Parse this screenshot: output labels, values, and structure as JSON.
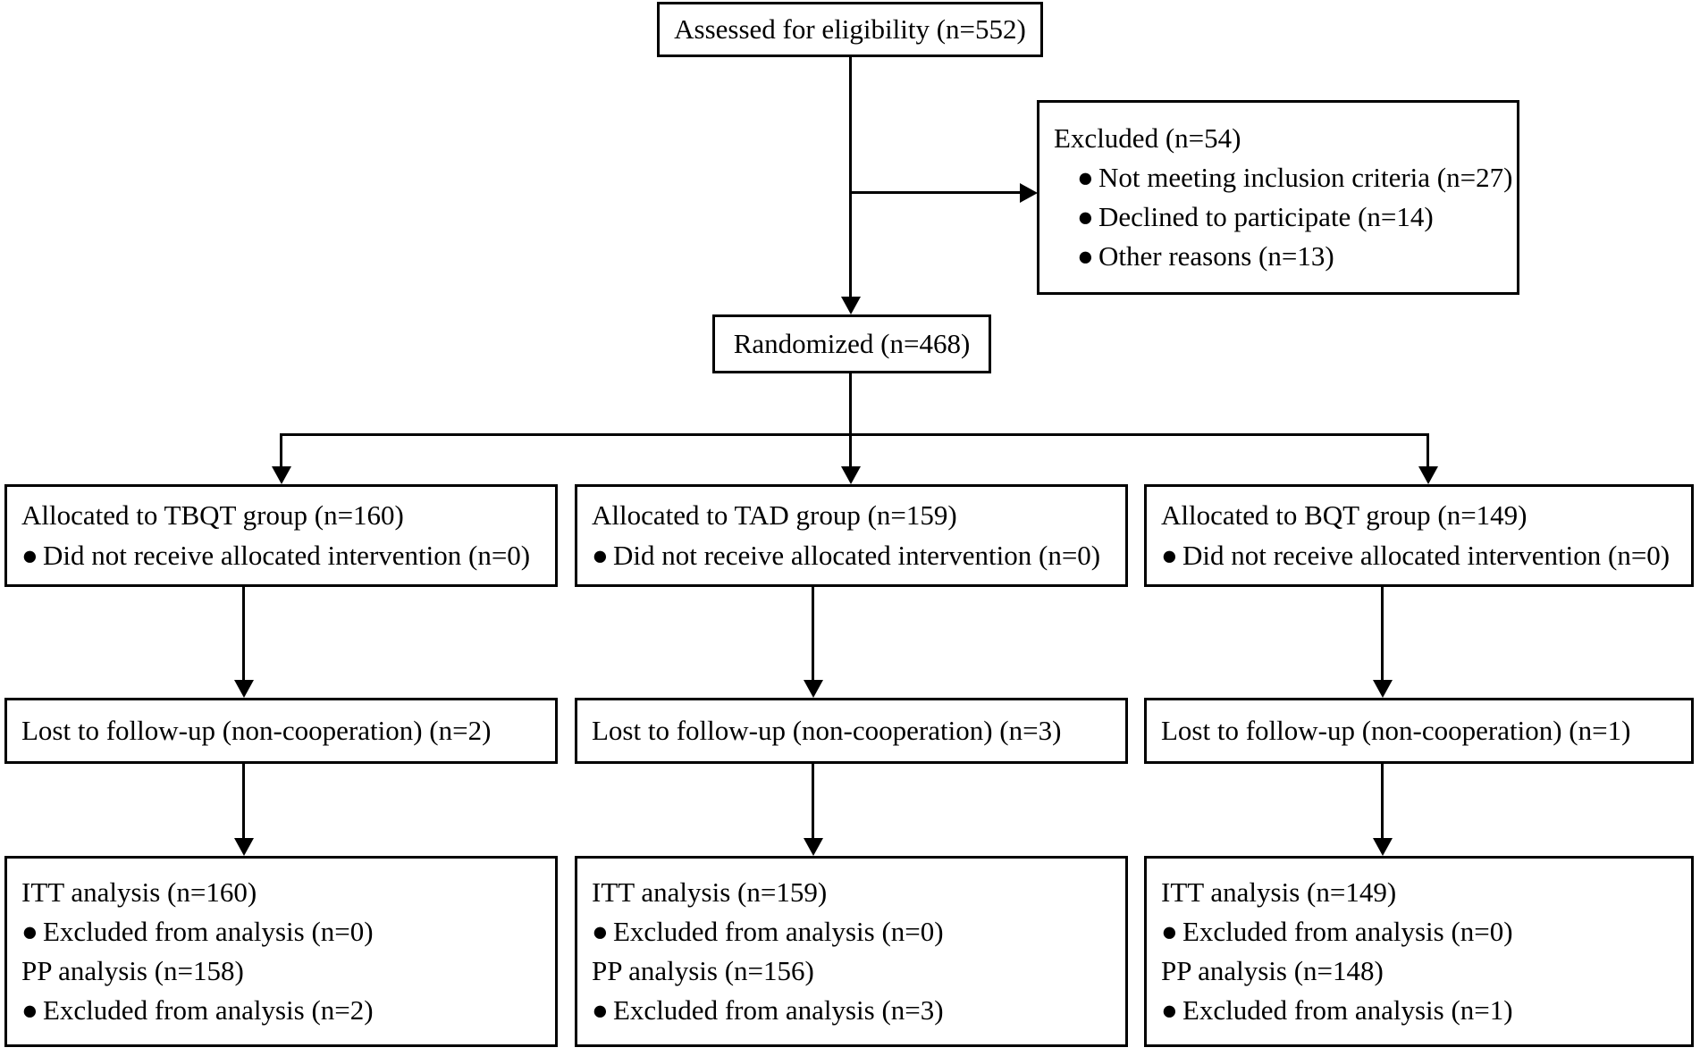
{
  "diagram": {
    "type": "consort-flow-diagram",
    "title": "CONSORT participant flow diagram",
    "line_color": "#000000",
    "background_color": "#ffffff",
    "text_color": "#000000"
  },
  "nodes": {
    "assessed": {
      "label": "Assessed for eligibility (n=552)",
      "n": 552
    },
    "excluded": {
      "heading": "Excluded (n=54)",
      "n": 54,
      "reasons": [
        {
          "label": "Not meeting inclusion criteria (n=27)",
          "n": 27
        },
        {
          "label": "Declined to participate (n=14)",
          "n": 14
        },
        {
          "label": "Other reasons (n=13)",
          "n": 13
        }
      ]
    },
    "randomized": {
      "label": "Randomized (n=468)",
      "n": 468
    }
  },
  "arms": [
    {
      "key": "tbqt",
      "allocation_heading": "Allocated to TBQT group (n=160)",
      "allocation_n": 160,
      "allocation_bullet": "Did not receive allocated intervention (n=0)",
      "allocation_bullet_n": 0,
      "followup": "Lost to follow-up (non-cooperation) (n=2)",
      "followup_n": 2,
      "itt_heading": "ITT analysis (n=160)",
      "itt_n": 160,
      "itt_bullet": "Excluded from analysis (n=0)",
      "itt_excluded_n": 0,
      "pp_heading": "PP analysis (n=158)",
      "pp_n": 158,
      "pp_bullet": "Excluded from analysis (n=2)",
      "pp_excluded_n": 2
    },
    {
      "key": "tad",
      "allocation_heading": "Allocated to TAD group (n=159)",
      "allocation_n": 159,
      "allocation_bullet": "Did not receive allocated intervention (n=0)",
      "allocation_bullet_n": 0,
      "followup": "Lost to follow-up (non-cooperation) (n=3)",
      "followup_n": 3,
      "itt_heading": "ITT analysis (n=159)",
      "itt_n": 159,
      "itt_bullet": "Excluded from analysis (n=0)",
      "itt_excluded_n": 0,
      "pp_heading": "PP analysis (n=156)",
      "pp_n": 156,
      "pp_bullet": "Excluded from analysis (n=3)",
      "pp_excluded_n": 3
    },
    {
      "key": "bqt",
      "allocation_heading": "Allocated to BQT group (n=149)",
      "allocation_n": 149,
      "allocation_bullet": "Did not receive allocated intervention (n=0)",
      "allocation_bullet_n": 0,
      "followup": "Lost to follow-up (non-cooperation) (n=1)",
      "followup_n": 1,
      "itt_heading": "ITT analysis (n=149)",
      "itt_n": 149,
      "itt_bullet": "Excluded from analysis (n=0)",
      "itt_excluded_n": 0,
      "pp_heading": "PP analysis (n=148)",
      "pp_n": 148,
      "pp_bullet": "Excluded from analysis (n=1)",
      "pp_excluded_n": 1
    }
  ],
  "glyphs": {
    "bullet": "●"
  }
}
